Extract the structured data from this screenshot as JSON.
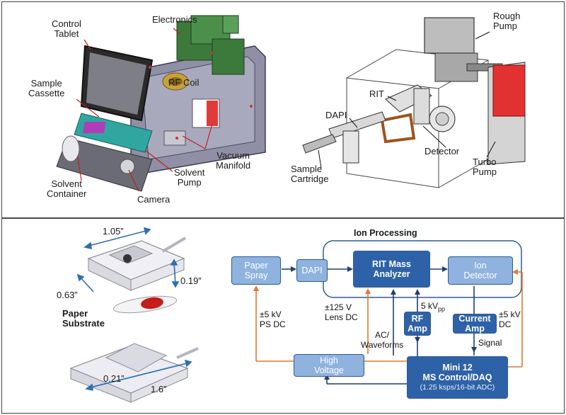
{
  "top_left": {
    "labels": {
      "control_tablet": [
        "Control",
        "Tablet"
      ],
      "electronics": "Electronics",
      "sample_cassette": [
        "Sample",
        "Cassette"
      ],
      "rf_coil": "RF Coil",
      "vacuum_manifold": [
        "Vacuum",
        "Manifold"
      ],
      "solvent_pump": [
        "Solvent",
        "Pump"
      ],
      "solvent_container": [
        "Solvent",
        "Container"
      ],
      "camera": "Camera"
    }
  },
  "top_right": {
    "labels": {
      "rough_pump": [
        "Rough",
        "Pump"
      ],
      "rit": "RIT",
      "dapi": "DAPI",
      "detector": "Detector",
      "turbo_pump": [
        "Turbo",
        "Pump"
      ],
      "sample_cartridge": [
        "Sample",
        "Cartridge"
      ]
    }
  },
  "cartridge": {
    "dim_length_top": "1.05”",
    "dim_height": "0.19”",
    "dim_width": "0.63”",
    "substrate_label": [
      "Paper",
      "Substrate"
    ],
    "dim_small": "0.21”",
    "dim_length_bottom": "1.6”"
  },
  "schematic": {
    "group_title": "Ion Processing",
    "blocks": {
      "paper_spray": [
        "Paper",
        "Spray"
      ],
      "dapi": "DAPI",
      "rit": [
        "RIT Mass",
        "Analyzer"
      ],
      "ion_detector": [
        "Ion",
        "Detector"
      ],
      "rf_amp": [
        "RF",
        "Amp"
      ],
      "current_amp": [
        "Current",
        "Amp"
      ],
      "high_voltage": [
        "High",
        "Voltage"
      ],
      "mini12": [
        "Mini 12",
        "MS Control/DAQ",
        "(1.25 ksps/16-bit ADC)"
      ]
    },
    "notes": {
      "ps_dc": [
        "±5 kV",
        "PS DC"
      ],
      "lens_dc": [
        "±125 V",
        "Lens DC"
      ],
      "kv_pp": [
        "5 kV",
        "pp"
      ],
      "pm5kv_dc": [
        "±5 kV",
        "DC"
      ],
      "ac_waveforms": [
        "AC/",
        "Waveforms"
      ],
      "signal": "Signal"
    },
    "colors": {
      "signal_line": "#1f3f6e",
      "power_line": "#e07a2e",
      "block_light": "#8fb2df",
      "block_dark": "#2e62a8"
    }
  }
}
